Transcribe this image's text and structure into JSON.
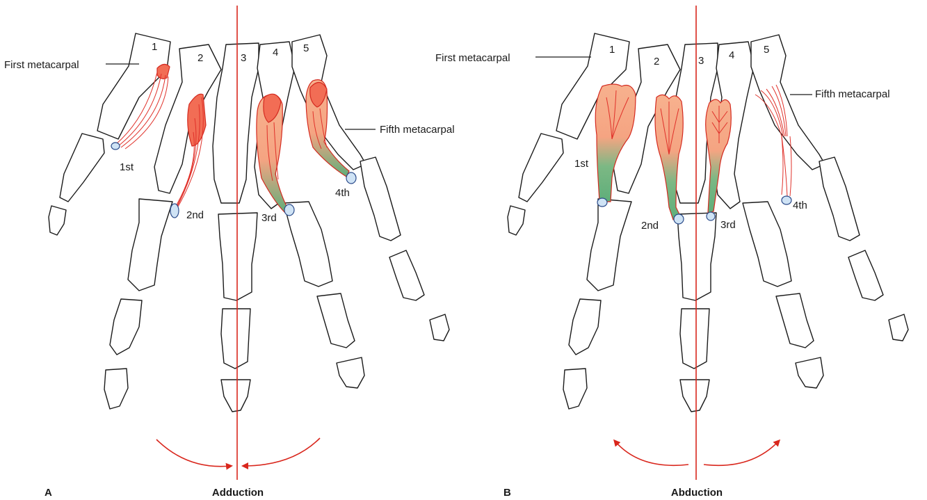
{
  "panel_a": {
    "letter": "A",
    "caption": "Adduction",
    "labels": {
      "first_metacarpal": "First metacarpal",
      "fifth_metacarpal": "Fifth metacarpal"
    },
    "digit_numbers": [
      "1",
      "2",
      "3",
      "4",
      "5"
    ],
    "muscle_labels": [
      "1st",
      "2nd",
      "3rd",
      "4th"
    ]
  },
  "panel_b": {
    "letter": "B",
    "caption": "Abduction",
    "labels": {
      "first_metacarpal": "First metacarpal",
      "fifth_metacarpal": "Fifth metacarpal"
    },
    "digit_numbers": [
      "1",
      "2",
      "3",
      "4",
      "5"
    ],
    "muscle_labels": [
      "1st",
      "2nd",
      "3rd",
      "4th"
    ]
  },
  "colors": {
    "axis_line": "#d9261c",
    "muscle_belly": "#f7b18e",
    "muscle_red": "#f26d55",
    "tendon_green": "#5fae7a",
    "attachment": "#cfe3f5",
    "bone_outline": "#1a1a1a"
  }
}
